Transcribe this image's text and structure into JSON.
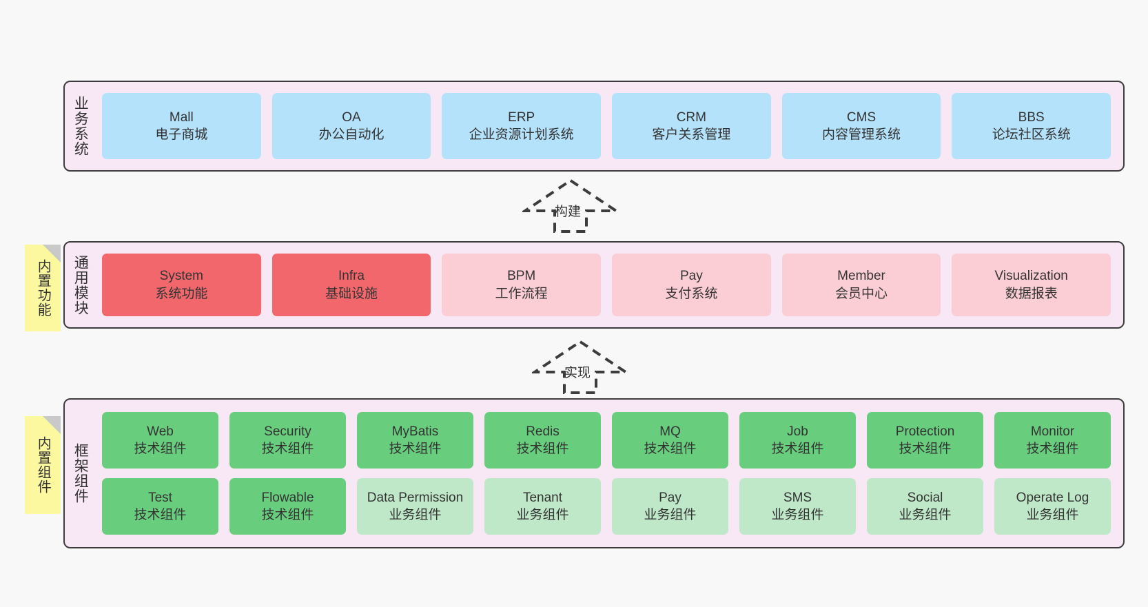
{
  "diagram": {
    "background": "#f8f8f8",
    "panel_bg": "#f8e8f5",
    "panel_border": "#3c3c3c",
    "note_bg": "#fbf8a0"
  },
  "business_layer": {
    "title": "业务系统",
    "color": "#b5e2fb",
    "cards": [
      {
        "en": "Mall",
        "cn": "电子商城"
      },
      {
        "en": "OA",
        "cn": "办公自动化"
      },
      {
        "en": "ERP",
        "cn": "企业资源计划系统"
      },
      {
        "en": "CRM",
        "cn": "客户关系管理"
      },
      {
        "en": "CMS",
        "cn": "内容管理系统"
      },
      {
        "en": "BBS",
        "cn": "论坛社区系统"
      }
    ]
  },
  "arrow_build": {
    "label": "构建"
  },
  "module_layer": {
    "title": "通用模块",
    "note": "内置功能",
    "color_strong": "#f2676c",
    "color_light": "#fbcdd4",
    "cards": [
      {
        "en": "System",
        "cn": "系统功能",
        "style": "c-red-strong"
      },
      {
        "en": "Infra",
        "cn": "基础设施",
        "style": "c-red-strong"
      },
      {
        "en": "BPM",
        "cn": "工作流程",
        "style": "c-red-light"
      },
      {
        "en": "Pay",
        "cn": "支付系统",
        "style": "c-red-light"
      },
      {
        "en": "Member",
        "cn": "会员中心",
        "style": "c-red-light"
      },
      {
        "en": "Visualization",
        "cn": "数据报表",
        "style": "c-red-light"
      }
    ]
  },
  "arrow_impl": {
    "label": "实现"
  },
  "framework_layer": {
    "title": "框架组件",
    "note": "内置组件",
    "color_strong": "#68ce7e",
    "color_light": "#bfe8c8",
    "row1": [
      {
        "en": "Web",
        "cn": "技术组件",
        "style": "c-green-strong"
      },
      {
        "en": "Security",
        "cn": "技术组件",
        "style": "c-green-strong"
      },
      {
        "en": "MyBatis",
        "cn": "技术组件",
        "style": "c-green-strong"
      },
      {
        "en": "Redis",
        "cn": "技术组件",
        "style": "c-green-strong"
      },
      {
        "en": "MQ",
        "cn": "技术组件",
        "style": "c-green-strong"
      },
      {
        "en": "Job",
        "cn": "技术组件",
        "style": "c-green-strong"
      },
      {
        "en": "Protection",
        "cn": "技术组件",
        "style": "c-green-strong"
      },
      {
        "en": "Monitor",
        "cn": "技术组件",
        "style": "c-green-strong"
      }
    ],
    "row2": [
      {
        "en": "Test",
        "cn": "技术组件",
        "style": "c-green-strong"
      },
      {
        "en": "Flowable",
        "cn": "技术组件",
        "style": "c-green-strong"
      },
      {
        "en": "Data Permission",
        "cn": "业务组件",
        "style": "c-green-light"
      },
      {
        "en": "Tenant",
        "cn": "业务组件",
        "style": "c-green-light"
      },
      {
        "en": "Pay",
        "cn": "业务组件",
        "style": "c-green-light"
      },
      {
        "en": "SMS",
        "cn": "业务组件",
        "style": "c-green-light"
      },
      {
        "en": "Social",
        "cn": "业务组件",
        "style": "c-green-light"
      },
      {
        "en": "Operate Log",
        "cn": "业务组件",
        "style": "c-green-light"
      }
    ]
  }
}
